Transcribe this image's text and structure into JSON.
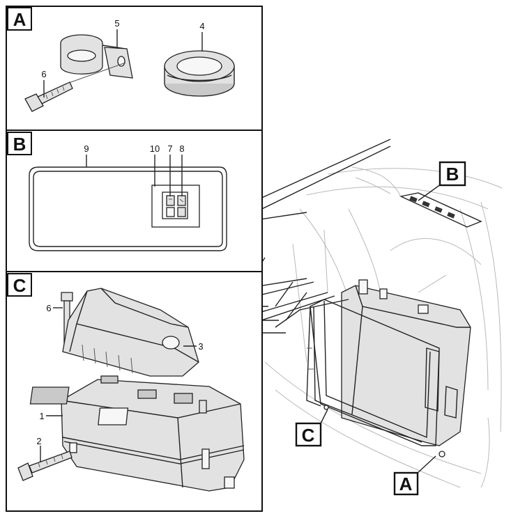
{
  "sections": {
    "a": {
      "letter": "A"
    },
    "b": {
      "letter": "B"
    },
    "c": {
      "letter": "C"
    }
  },
  "callouts": {
    "b": "B",
    "c": "C",
    "a": "A"
  },
  "part_numbers": {
    "a_clip": "5",
    "a_grommet": "4",
    "a_bolt": "6",
    "b_panel": "9",
    "b_switch_10": "10",
    "b_switch_7": "7",
    "b_switch_8": "8",
    "c_bolt_top": "6",
    "c_cover": "3",
    "c_box": "1",
    "c_bolt_bottom": "2"
  },
  "colors": {
    "line": "#222222",
    "ghost": "#b8b8b8",
    "part_fill": "#e2e2e2"
  }
}
